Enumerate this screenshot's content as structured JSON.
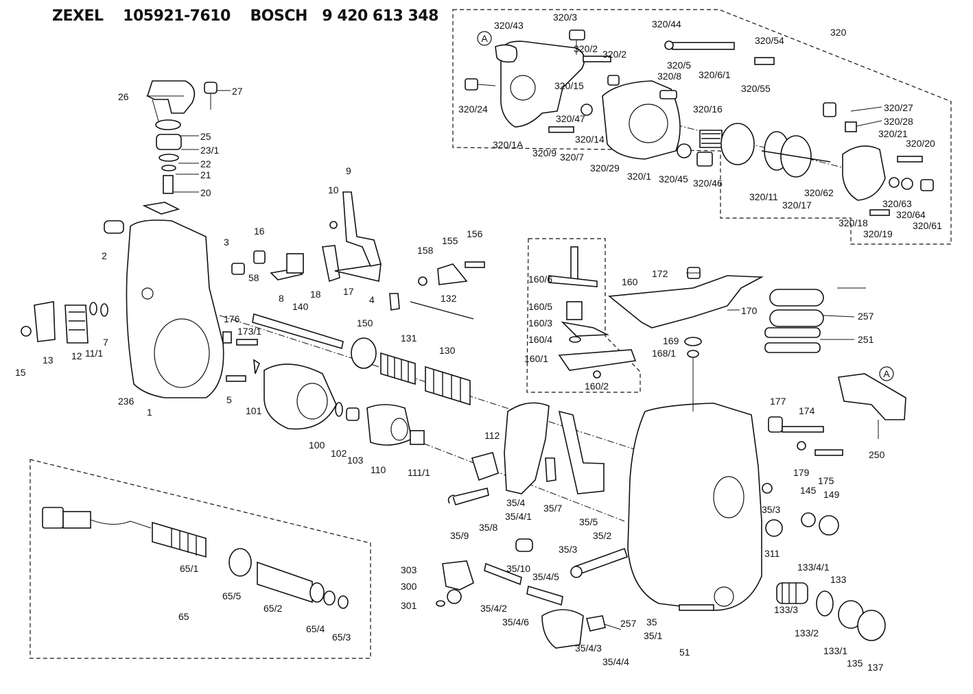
{
  "header": {
    "brand1": "ZEXEL",
    "code1": "105921-7610",
    "brand2": "BOSCH",
    "code2": "9 420 613 348"
  },
  "callouts": [
    {
      "text": "A"
    },
    {
      "text": "A"
    }
  ],
  "labels": {
    "l_320_43": "320/43",
    "l_320_3": "320/3",
    "l_320_2a": "320/2",
    "l_320_2b": "320/2",
    "l_320_44": "320/44",
    "l_320_5": "320/5",
    "l_320_54": "320/54",
    "l_320": "320",
    "l_320_8": "320/8",
    "l_320_6_1": "320/6/1",
    "l_320_55": "320/55",
    "l_320_15": "320/15",
    "l_320_24": "320/24",
    "l_320_47": "320/47",
    "l_320_16": "320/16",
    "l_320_27": "320/27",
    "l_320_28": "320/28",
    "l_320_21": "320/21",
    "l_320_20": "320/20",
    "l_320_1a": "320/1A",
    "l_320_9": "320/9",
    "l_320_7": "320/7",
    "l_320_14": "320/14",
    "l_320_29": "320/29",
    "l_320_1": "320/1",
    "l_320_45": "320/45",
    "l_320_46": "320/46",
    "l_320_62": "320/62",
    "l_320_11": "320/11",
    "l_320_17": "320/17",
    "l_320_63": "320/63",
    "l_320_64": "320/64",
    "l_320_61": "320/61",
    "l_320_18": "320/18",
    "l_320_19": "320/19",
    "l_26": "26",
    "l_27": "27",
    "l_25": "25",
    "l_23_1": "23/1",
    "l_22": "22",
    "l_21": "21",
    "l_20": "20",
    "l_9": "9",
    "l_10": "10",
    "l_2": "2",
    "l_3": "3",
    "l_16": "16",
    "l_58": "58",
    "l_8": "8",
    "l_18": "18",
    "l_17": "17",
    "l_158": "158",
    "l_155": "155",
    "l_156": "156",
    "l_4": "4",
    "l_132": "132",
    "l_140": "140",
    "l_176": "176",
    "l_173_1": "173/1",
    "l_150": "150",
    "l_131": "131",
    "l_130": "130",
    "l_15": "15",
    "l_13": "13",
    "l_12": "12",
    "l_11_1": "11/1",
    "l_7": "7",
    "l_236": "236",
    "l_1": "1",
    "l_5": "5",
    "l_101": "101",
    "l_100": "100",
    "l_102": "102",
    "l_103": "103",
    "l_110": "110",
    "l_111_1": "111/1",
    "l_112": "112",
    "l_160_6": "160/6",
    "l_160": "160",
    "l_160_5": "160/5",
    "l_160_3": "160/3",
    "l_160_4": "160/4",
    "l_160_1": "160/1",
    "l_160_2": "160/2",
    "l_172": "172",
    "l_170": "170",
    "l_169": "169",
    "l_168_1": "168/1",
    "l_257a": "257",
    "l_251": "251",
    "l_250": "250",
    "l_177": "177",
    "l_174": "174",
    "l_179": "179",
    "l_175": "175",
    "l_145": "145",
    "l_149": "149",
    "l_35_3a": "35/3",
    "l_311": "311",
    "l_35_4": "35/4",
    "l_35_4_1": "35/4/1",
    "l_35_7": "35/7",
    "l_35_5": "35/5",
    "l_35_9": "35/9",
    "l_35_8": "35/8",
    "l_35_2": "35/2",
    "l_35_3b": "35/3",
    "l_35_10": "35/10",
    "l_35_4_5": "35/4/5",
    "l_35_4_2": "35/4/2",
    "l_35_4_6": "35/4/6",
    "l_35_4_3": "35/4/3",
    "l_35_4_4": "35/4/4",
    "l_303": "303",
    "l_300": "300",
    "l_301": "301",
    "l_257b": "257",
    "l_35": "35",
    "l_35_1": "35/1",
    "l_51": "51",
    "l_133_4_1": "133/4/1",
    "l_133": "133",
    "l_133_3": "133/3",
    "l_133_2": "133/2",
    "l_133_1": "133/1",
    "l_135": "135",
    "l_137": "137",
    "l_65_1": "65/1",
    "l_65_5": "65/5",
    "l_65_2": "65/2",
    "l_65_4": "65/4",
    "l_65_3": "65/3",
    "l_65": "65"
  }
}
